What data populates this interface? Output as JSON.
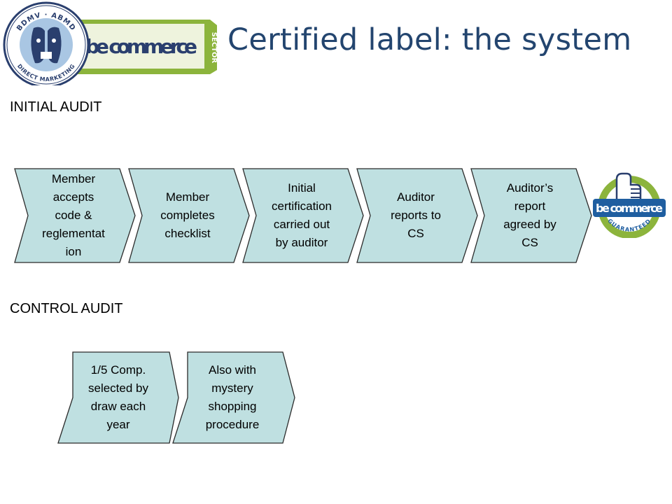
{
  "title": "Certified label: the system",
  "logo": {
    "ring_text_top": "BDMV · ABMD",
    "ring_text_bottom": "DIRECT MARKETING",
    "brand": "be commerce",
    "sector": "SECTOR"
  },
  "badge": {
    "brand": "be commerce",
    "guaranteed": "GUARANTEED"
  },
  "sections": {
    "initial": "INITIAL AUDIT",
    "control": "CONTROL AUDIT"
  },
  "initial_steps": [
    {
      "lines": [
        "Member",
        "accepts",
        "code &",
        "reglementat",
        "ion"
      ]
    },
    {
      "lines": [
        "Member",
        "completes",
        "checklist"
      ]
    },
    {
      "lines": [
        "Initial",
        "certification",
        "carried out",
        "by auditor"
      ]
    },
    {
      "lines": [
        "Auditor",
        "reports to",
        "CS"
      ]
    },
    {
      "lines": [
        "Auditor’s",
        "report",
        "agreed by",
        "CS"
      ]
    }
  ],
  "control_steps": [
    {
      "lines": [
        "1/5 Comp.",
        "selected by",
        "draw each",
        "year"
      ]
    },
    {
      "lines": [
        "Also with",
        "mystery",
        "shopping",
        "procedure"
      ]
    }
  ],
  "colors": {
    "title": "#23456f",
    "chevron_fill": "#bfe0e1",
    "chevron_stroke": "#2b2b2b",
    "logo_green": "#8cb43c",
    "logo_navy": "#2a3f6e",
    "badge_blue": "#1f5ea0"
  }
}
